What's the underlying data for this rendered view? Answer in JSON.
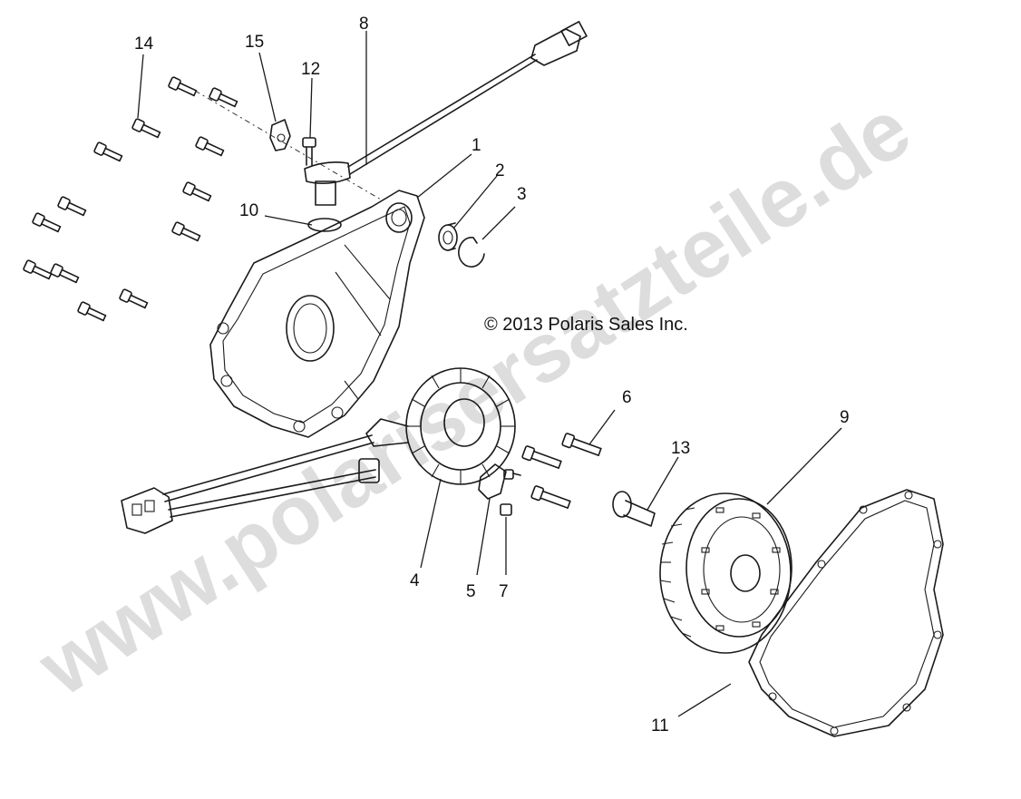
{
  "copyright": "© 2013 Polaris Sales Inc.",
  "watermark": "www.polarisersatzteile.de",
  "callouts": [
    "1",
    "2",
    "3",
    "4",
    "5",
    "6",
    "7",
    "8",
    "9",
    "10",
    "11",
    "12",
    "13",
    "14",
    "15"
  ]
}
